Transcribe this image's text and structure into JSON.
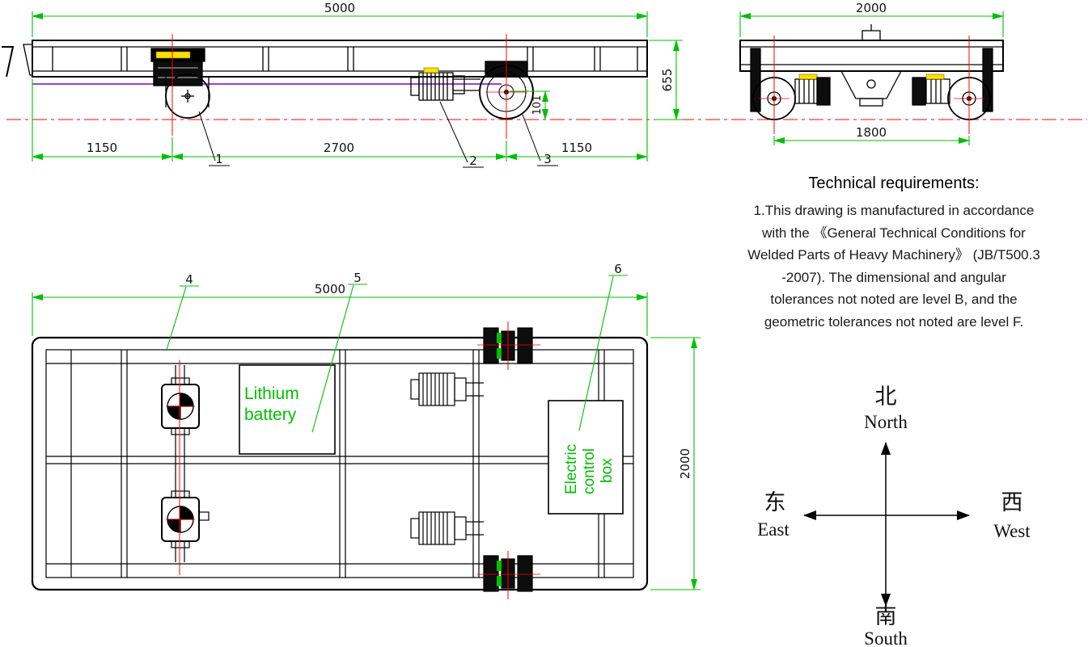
{
  "drawing": {
    "side_view": {
      "dim_total_length": "5000",
      "dim_left": "1150",
      "dim_mid": "2700",
      "dim_right": "1150",
      "dim_height": "655",
      "dim_wheel": "101",
      "callout_1": "1",
      "callout_2": "2",
      "callout_3": "3"
    },
    "end_view": {
      "dim_width": "2000",
      "dim_gauge": "1800"
    },
    "plan_view": {
      "dim_length": "5000",
      "dim_width": "2000",
      "callout_4": "4",
      "callout_5": "5",
      "callout_6": "6",
      "battery_line1": "Lithium",
      "battery_line2": "battery",
      "control_line1": "Electric",
      "control_line2": "control",
      "control_line3": "box"
    }
  },
  "technical_requirements": {
    "title": "Technical requirements:",
    "lines": [
      "1.This drawing is manufactured in accordance",
      "with the 《General Technical Conditions for",
      "Welded Parts of Heavy Machinery》 (JB/T500.3",
      "-2007). The dimensional and angular",
      "tolerances not noted are level B, and the",
      "geometric tolerances not noted are level F."
    ]
  },
  "compass": {
    "north_cn": "北",
    "north_en": "North",
    "south_cn": "南",
    "south_en": "South",
    "east_cn": "东",
    "east_en": "East",
    "west_cn": "西",
    "west_en": "West"
  },
  "colors": {
    "dimension_green": "#00c000",
    "centerline_red": "#ff0000",
    "accent_purple": "#8000c0",
    "label_yellow": "#ffe000"
  }
}
